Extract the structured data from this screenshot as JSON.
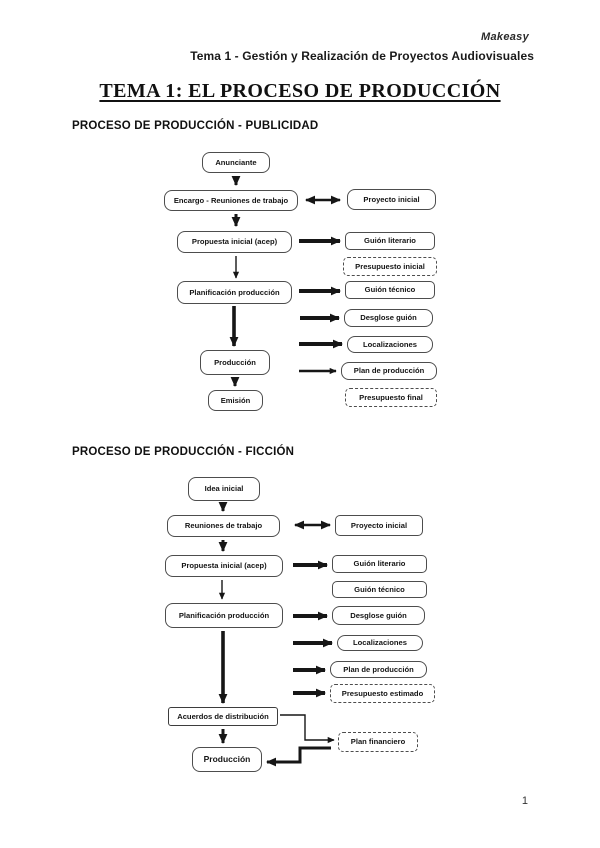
{
  "header": {
    "brand": "Makeasy",
    "course": "Tema 1 - Gestión y Realización de Proyectos Audiovisuales"
  },
  "title": "TEMA 1: EL PROCESO DE PRODUCCIÓN",
  "page_number": "1",
  "publicidad": {
    "heading": "PROCESO DE PRODUCCIÓN - PUBLICIDAD",
    "nodes": {
      "anunciante": "Anunciante",
      "encargo": "Encargo - Reuniones de trabajo",
      "propuesta": "Propuesta inicial (acep)",
      "planificacion": "Planificación producción",
      "produccion": "Producción",
      "emision": "Emisión",
      "proyecto_inicial": "Proyecto inicial",
      "guion_literario": "Guión literario",
      "presupuesto_inicial": "Presupuesto inicial",
      "guion_tecnico": "Guión técnico",
      "desglose_guion": "Desglose guión",
      "localizaciones": "Localizaciones",
      "plan_produccion": "Plan de producción",
      "presupuesto_final": "Presupuesto final"
    }
  },
  "ficcion": {
    "heading": "PROCESO DE PRODUCCIÓN - FICCIÓN",
    "nodes": {
      "idea_inicial": "Idea inicial",
      "reuniones": "Reuniones de trabajo",
      "propuesta": "Propuesta inicial (acep)",
      "planificacion": "Planificación producción",
      "acuerdos": "Acuerdos de distribución",
      "produccion": "Producción",
      "proyecto_inicial": "Proyecto inicial",
      "guion_literario": "Guión literario",
      "guion_tecnico": "Guión técnico",
      "desglose_guion": "Desglose guión",
      "localizaciones": "Localizaciones",
      "plan_produccion": "Plan de producción",
      "presupuesto_estimado": "Presupuesto estimado",
      "plan_financiero": "Plan financiero"
    }
  }
}
